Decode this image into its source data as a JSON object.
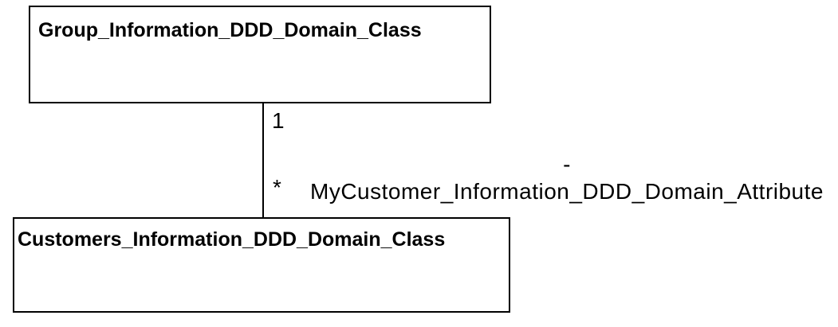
{
  "diagram": {
    "type": "uml-class-diagram",
    "colors": {
      "background": "#ffffff",
      "line": "#000000",
      "text": "#000000",
      "box_fill": "#ffffff"
    },
    "classes": [
      {
        "name": "Group_Information_DDD_Domain_Class"
      },
      {
        "name": "Customers_Information_DDD_Domain_Class"
      }
    ],
    "association": {
      "source_multiplicity": "1",
      "target_multiplicity": "*",
      "visibility_marker": "-",
      "role_name": "MyCustomer_Information_DDD_Domain_Attribute"
    }
  }
}
